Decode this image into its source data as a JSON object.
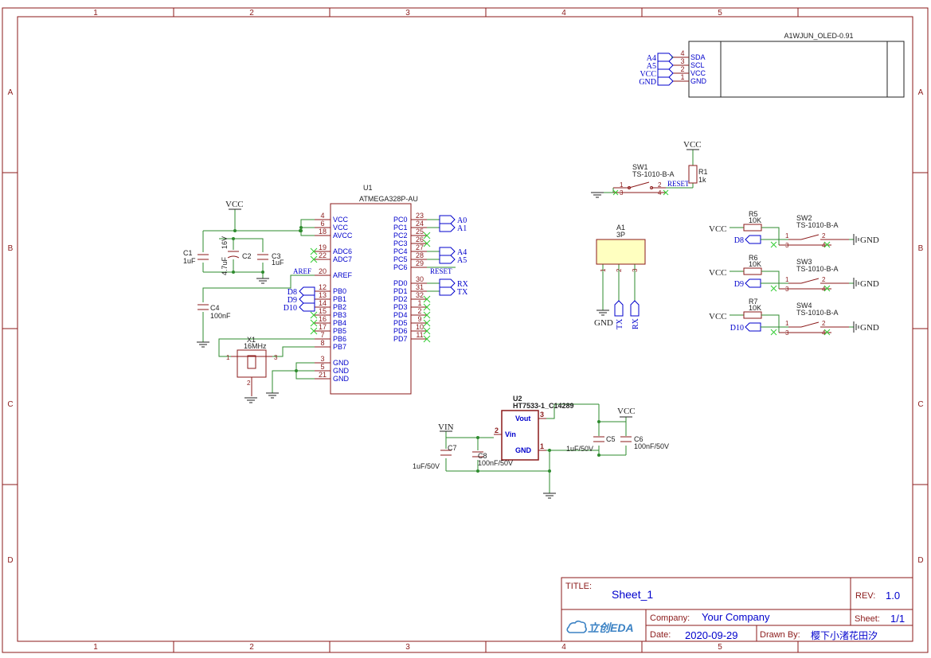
{
  "colors": {
    "frame": "#8b1a1a",
    "wire": "#2e8b2e",
    "pin": "#0000cc",
    "nc": "#33cc33",
    "body": "#8b1a1a",
    "chip_fill": "#ffffc0"
  },
  "frame": {
    "columns": [
      "1",
      "2",
      "3",
      "4",
      "5"
    ],
    "rows": [
      "A",
      "B",
      "C",
      "D"
    ]
  },
  "title_block": {
    "title_label": "TITLE:",
    "title": "Sheet_1",
    "rev_label": "REV:",
    "rev": "1.0",
    "company_label": "Company:",
    "company": "Your Company",
    "sheet_label": "Sheet:",
    "sheet": "1/1",
    "date_label": "Date:",
    "date": "2020-09-29",
    "drawn_label": "Drawn By:",
    "drawn_by": "樱下小渚花田汐",
    "logo": "立创EDA"
  },
  "oled": {
    "name": "A1WJUN_OLED-0.91",
    "pins": [
      {
        "num": "4",
        "name": "SDA",
        "net": "A4"
      },
      {
        "num": "3",
        "name": "SCL",
        "net": "A5"
      },
      {
        "num": "2",
        "name": "VCC",
        "net": "VCC"
      },
      {
        "num": "1",
        "name": "GND",
        "net": "GND"
      }
    ]
  },
  "mcu": {
    "ref": "U1",
    "part": "ATMEGA328P-AU",
    "left_pins": [
      {
        "num": "4",
        "name": "VCC"
      },
      {
        "num": "6",
        "name": "VCC"
      },
      {
        "num": "18",
        "name": "AVCC"
      },
      {
        "num": "19",
        "name": "ADC6"
      },
      {
        "num": "22",
        "name": "ADC7"
      },
      {
        "num": "20",
        "name": "AREF"
      },
      {
        "num": "12",
        "name": "PB0"
      },
      {
        "num": "13",
        "name": "PB1"
      },
      {
        "num": "14",
        "name": "PB2"
      },
      {
        "num": "15",
        "name": "PB3"
      },
      {
        "num": "16",
        "name": "PB4"
      },
      {
        "num": "17",
        "name": "PB5"
      },
      {
        "num": "7",
        "name": "PB6"
      },
      {
        "num": "8",
        "name": "PB7"
      },
      {
        "num": "3",
        "name": "GND"
      },
      {
        "num": "5",
        "name": "GND"
      },
      {
        "num": "21",
        "name": "GND"
      }
    ],
    "right_pins": [
      {
        "num": "23",
        "name": "PC0"
      },
      {
        "num": "24",
        "name": "PC1"
      },
      {
        "num": "25",
        "name": "PC2"
      },
      {
        "num": "26",
        "name": "PC3"
      },
      {
        "num": "27",
        "name": "PC4"
      },
      {
        "num": "28",
        "name": "PC5"
      },
      {
        "num": "29",
        "name": "PC6"
      },
      {
        "num": "30",
        "name": "PD0"
      },
      {
        "num": "31",
        "name": "PD1"
      },
      {
        "num": "32",
        "name": "PD2"
      },
      {
        "num": "1",
        "name": "PD3"
      },
      {
        "num": "2",
        "name": "PD4"
      },
      {
        "num": "9",
        "name": "PD5"
      },
      {
        "num": "10",
        "name": "PD6"
      },
      {
        "num": "11",
        "name": "PD7"
      }
    ],
    "nets": {
      "a0": "A0",
      "a1": "A1",
      "a4": "A4",
      "a5": "A5",
      "reset": "RESET",
      "rx": "RX",
      "tx": "TX",
      "aref": "AREF",
      "d8": "D8",
      "d9": "D9",
      "d10": "D10"
    }
  },
  "caps_top": {
    "vcc": "VCC",
    "c1": {
      "ref": "C1",
      "val": "1uF"
    },
    "c2": {
      "ref": "C2",
      "val": "4.7uF",
      "volt": "16V"
    },
    "c3": {
      "ref": "C3",
      "val": "1uF"
    },
    "c4": {
      "ref": "C4",
      "val": "100nF"
    }
  },
  "crystal": {
    "ref": "X1",
    "val": "16MHz",
    "pins": [
      "1",
      "2",
      "3"
    ]
  },
  "reg": {
    "ref": "U2",
    "part": "HT7533-1_C14289",
    "pins": [
      {
        "num": "3",
        "name": "Vout"
      },
      {
        "num": "2",
        "name": "Vin"
      },
      {
        "num": "1",
        "name": "GND"
      }
    ],
    "vin": "VIN",
    "vcc": "VCC",
    "c5": {
      "ref": "C5",
      "val": "1uF/50V"
    },
    "c6": {
      "ref": "C6",
      "val": "100nF/50V"
    },
    "c7": {
      "ref": "C7",
      "val": "1uF/50V"
    },
    "c8": {
      "ref": "C8",
      "val": "100nF/50V"
    }
  },
  "sw1": {
    "ref": "SW1",
    "part": "TS-1010-B-A",
    "r_ref": "R1",
    "r_val": "1k",
    "vcc": "VCC",
    "net": "RESET",
    "pins": [
      "1",
      "2",
      "3",
      "4"
    ]
  },
  "header": {
    "ref": "A1",
    "val": "3P",
    "pins": [
      "1",
      "2",
      "3"
    ],
    "nets": [
      "GND",
      "TX",
      "RX"
    ]
  },
  "switches": [
    {
      "sw": "SW2",
      "part": "TS-1010-B-A",
      "r": "R5",
      "rval": "10K",
      "net": "D8",
      "vcc": "VCC",
      "gnd": "GND"
    },
    {
      "sw": "SW3",
      "part": "TS-1010-B-A",
      "r": "R6",
      "rval": "10K",
      "net": "D9",
      "vcc": "VCC",
      "gnd": "GND"
    },
    {
      "sw": "SW4",
      "part": "TS-1010-B-A",
      "r": "R7",
      "rval": "10K",
      "net": "D10",
      "vcc": "VCC",
      "gnd": "GND"
    }
  ],
  "gnd_label": "GND",
  "pin_num_labels": {
    "p1": "1",
    "p2": "2",
    "p3": "3",
    "p4": "4"
  }
}
